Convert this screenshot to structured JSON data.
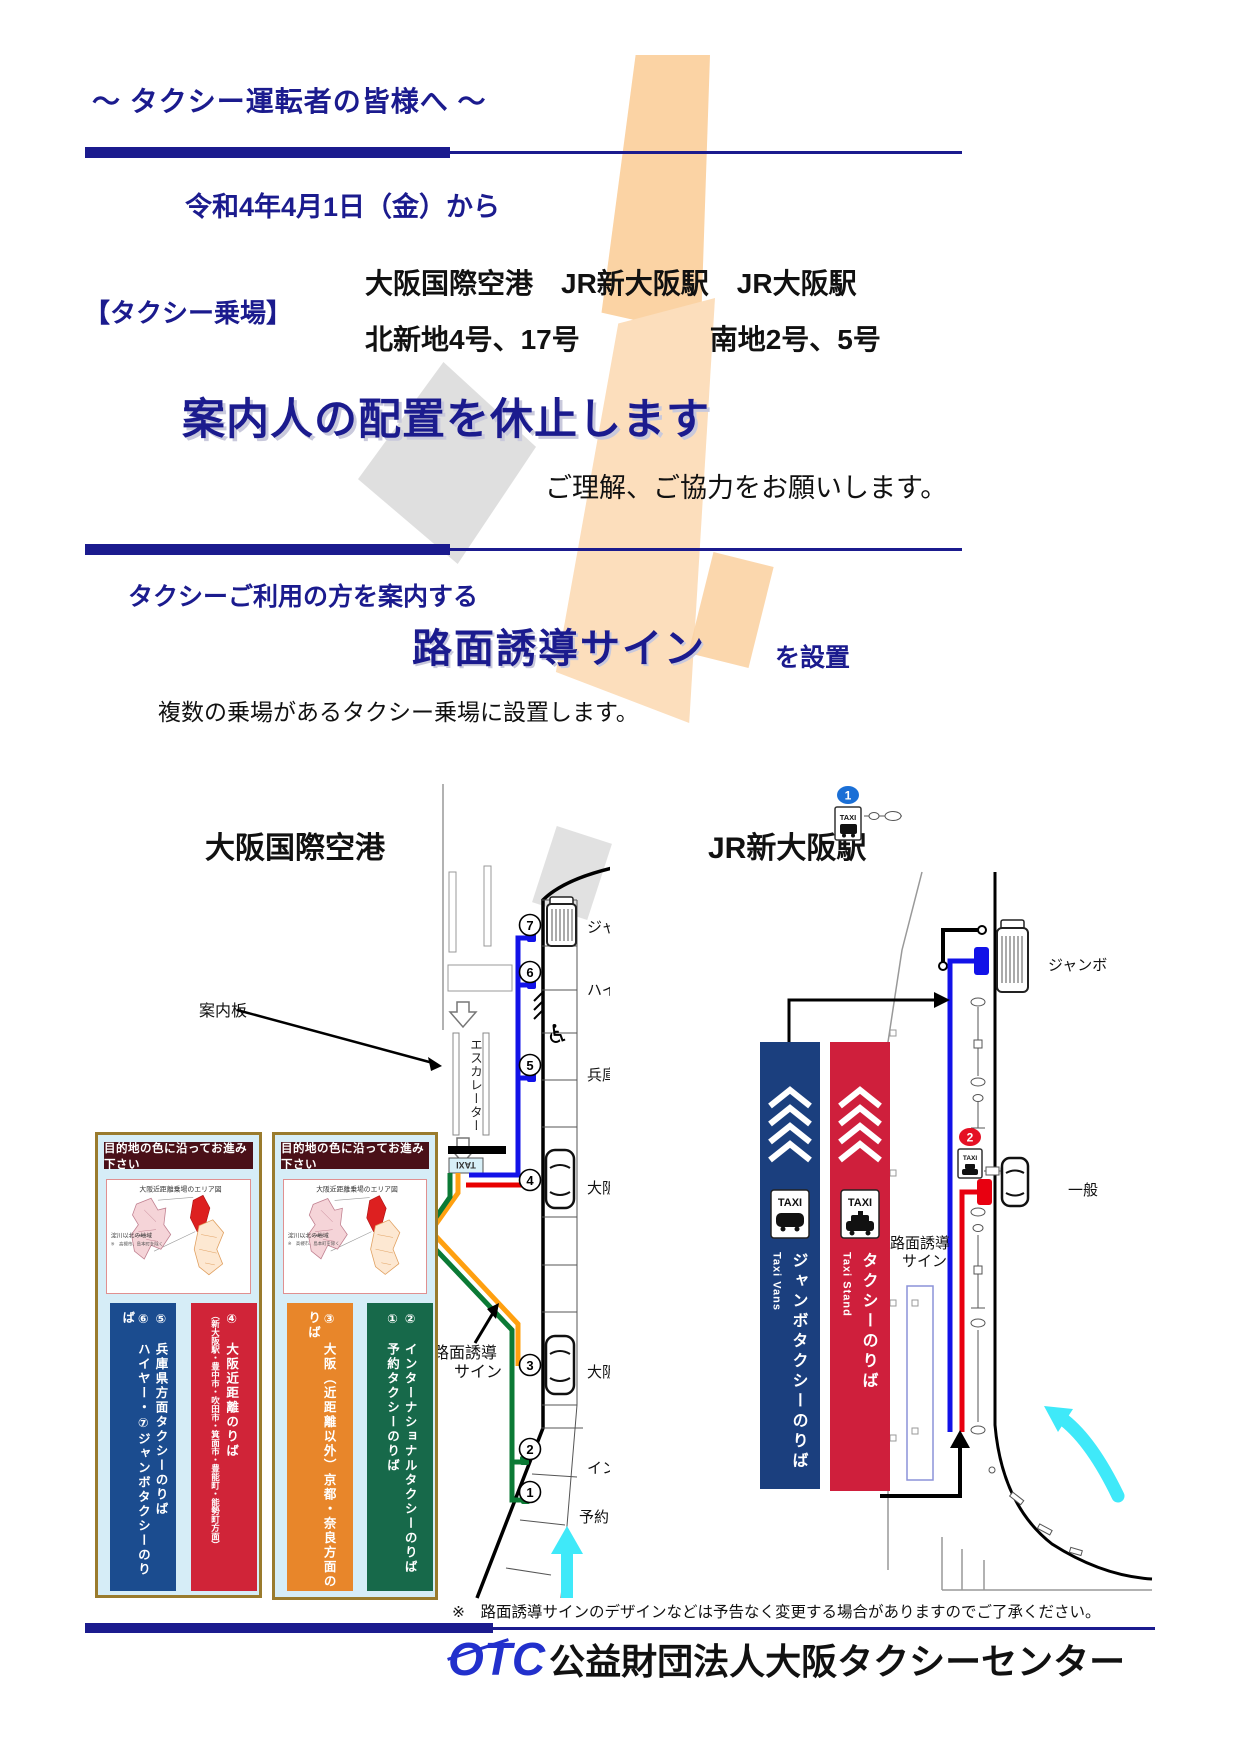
{
  "colors": {
    "navy": "#1b1b8e",
    "peach": "#fbd3a4",
    "gray_deco": "#d9d9d9",
    "blue_line": "#1212e8",
    "red_line": "#e80000",
    "orange_line": "#ffa010",
    "green_line": "#0b7a35",
    "cyan_arrow": "#3fe9f9",
    "panel_blue": "#1b3f7e",
    "panel_red": "#cf1f3c",
    "col_blue": "#1b4c8f",
    "col_red": "#d02438",
    "col_orange": "#e8862a",
    "col_green": "#17694a"
  },
  "header": {
    "title": "〜 タクシー運転者の皆様へ 〜",
    "date": "令和4年4月1日（金）から",
    "stand_label": "【タクシー乗場】",
    "stand_line1": "大阪国際空港　JR新大阪駅　JR大阪駅",
    "stand_line2a": "北新地4号、17号",
    "stand_line2b": "南地2号、5号",
    "main_message": "案内人の配置を休止します",
    "sub_message": "ご理解、ご協力をお願いします。"
  },
  "sign_section": {
    "intro": "タクシーご利用の方を案内する",
    "sign_name": "路面誘導サイン",
    "suffix": "を設置",
    "note": "複数の乗場があるタクシー乗場に設置します。"
  },
  "airport": {
    "title": "大阪国際空港",
    "board_label": "案内板",
    "escalator_label": "エスカレーター",
    "taxi_sign": "TAXI",
    "surface_sign_line1": "路面誘導",
    "surface_sign_line2": "サイン",
    "stops": [
      {
        "no": "7",
        "label": "ジャンボ"
      },
      {
        "no": "6",
        "label": "ハイヤー"
      },
      {
        "no": "5",
        "label": "兵庫"
      },
      {
        "no": "4",
        "label": "大阪近距離"
      },
      {
        "no": "3",
        "label": "大阪"
      },
      {
        "no": "2",
        "label": "インタク"
      },
      {
        "no": "1",
        "label": "予約"
      }
    ],
    "boards": [
      {
        "header": "目的地の色に沿ってお進み下さい",
        "map_title": "大阪近距離乗場のエリア図",
        "map_note_label": "淀川以北の地域",
        "map_note_sub": "※　高槻市、島本町を除く",
        "columns": [
          {
            "lines": [
              {
                "text": "⑤　兵庫県方面タクシーのりば"
              },
              {
                "text": "⑥　ハイヤー・⑦ジャンボタクシーのりば"
              }
            ]
          },
          {
            "lines": [
              {
                "text": "④　大阪近距離のりば"
              },
              {
                "text": "（新大阪駅・豊中市・吹田市・箕面市・豊能町・能勢町方面）"
              }
            ]
          }
        ]
      },
      {
        "header": "目的地の色に沿ってお進み下さい",
        "map_title": "大阪近距離乗場のエリア図",
        "map_note_label": "淀川以北の地域",
        "map_note_sub": "※　高槻市、島本町を除く",
        "columns": [
          {
            "lines": [
              {
                "text": "③　大阪（近距離以外）京都・奈良方面のりば"
              }
            ]
          },
          {
            "lines": [
              {
                "text": "②　インターナショナルタクシーのりば"
              },
              {
                "text": "①　予約タクシーのりば"
              }
            ]
          }
        ]
      }
    ]
  },
  "station": {
    "title": "JR新大阪駅",
    "jumbo_label": "ジャンボ",
    "general_label": "一般",
    "surface_sign_line1": "路面誘導",
    "surface_sign_line2": "サイン",
    "marker1": "1",
    "marker2": "2",
    "taxi_sign": "TAXI",
    "panels": [
      {
        "taxi": "TAXI",
        "jp": "ジャンボタクシーのりば",
        "en": "Taxi Vans"
      },
      {
        "taxi": "TAXI",
        "jp": "タクシーのりば",
        "en": "Taxi Stand"
      }
    ]
  },
  "footer": {
    "note": "※　路面誘導サインのデザインなどは予告なく変更する場合がありますのでご了承ください。",
    "logo": "OTC",
    "org": "公益財団法人大阪タクシーセンター"
  }
}
